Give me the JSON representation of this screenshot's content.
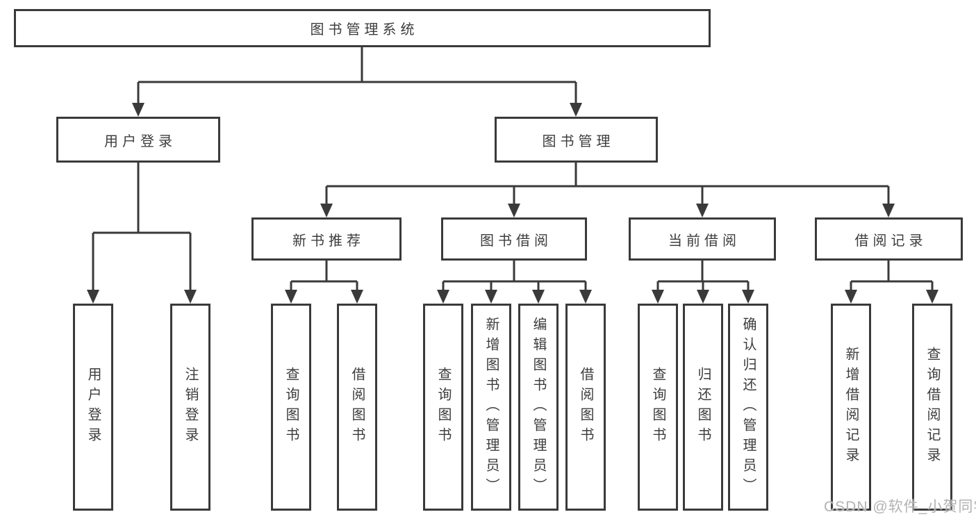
{
  "root": {
    "label": "图书管理系统"
  },
  "branches": {
    "user": {
      "label": "用户登录",
      "children": [
        {
          "label": "用户登录"
        },
        {
          "label": "注销登录"
        }
      ]
    },
    "book": {
      "label": "图书管理",
      "groups": [
        {
          "label": "新书推荐",
          "children": [
            {
              "label": "查询图书"
            },
            {
              "label": "借阅图书"
            }
          ]
        },
        {
          "label": "图书借阅",
          "children": [
            {
              "label": "查询图书"
            },
            {
              "label": "新增图书（管理员）"
            },
            {
              "label": "编辑图书（管理员）"
            },
            {
              "label": "借阅图书"
            }
          ]
        },
        {
          "label": "当前借阅",
          "children": [
            {
              "label": "查询图书"
            },
            {
              "label": "归还图书"
            },
            {
              "label": "确认归还（管理员）"
            }
          ]
        },
        {
          "label": "借阅记录",
          "children": [
            {
              "label": "新增借阅记录"
            },
            {
              "label": "查询借阅记录"
            }
          ]
        }
      ]
    }
  },
  "watermark": {
    "text": "CSDN @软件_小贺同学"
  },
  "colors": {
    "line": "#3a3a3a",
    "text": "#3d3d3d",
    "watermark": "#b2b2b2",
    "background": "#ffffff"
  }
}
